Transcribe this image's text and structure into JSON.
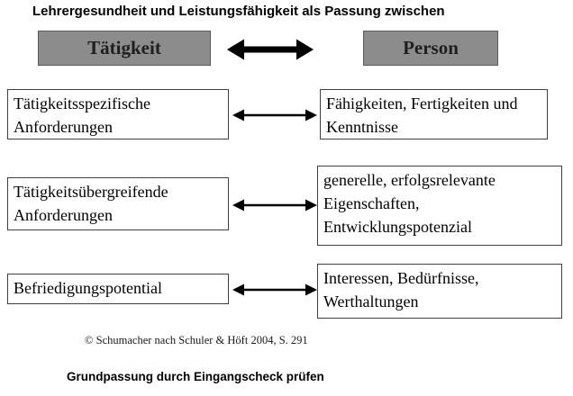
{
  "title": "Lehrergesundheit und Leistungsfähigkeit als Passung zwischen",
  "headers": {
    "left": "Tätigkeit",
    "right": "Person"
  },
  "rows": [
    {
      "left": "Tätigkeitsspezifische Anforderungen",
      "right": "Fähigkeiten, Fertigkeiten und Kenntnisse"
    },
    {
      "left": "Tätigkeitsübergreifende Anforderungen",
      "right": "generelle, erfolgsrelevante Eigenschaften, Entwicklungspotenzial"
    },
    {
      "left": "Befriedigungspotential",
      "right": "Interessen, Bedürfnisse, Werthaltungen"
    }
  ],
  "citation": "© Schumacher nach Schuler & Höft 2004, S. 291",
  "footer": "Grundpassung durch Eingangscheck prüfen",
  "icons": {
    "arrow": "double-headed-arrow"
  },
  "colors": {
    "header_fill": "#8c8c8c",
    "header_text": "#1f1f1f",
    "box_border": "#3f3f3f",
    "arrow": "#000000",
    "background": "#ffffff"
  }
}
